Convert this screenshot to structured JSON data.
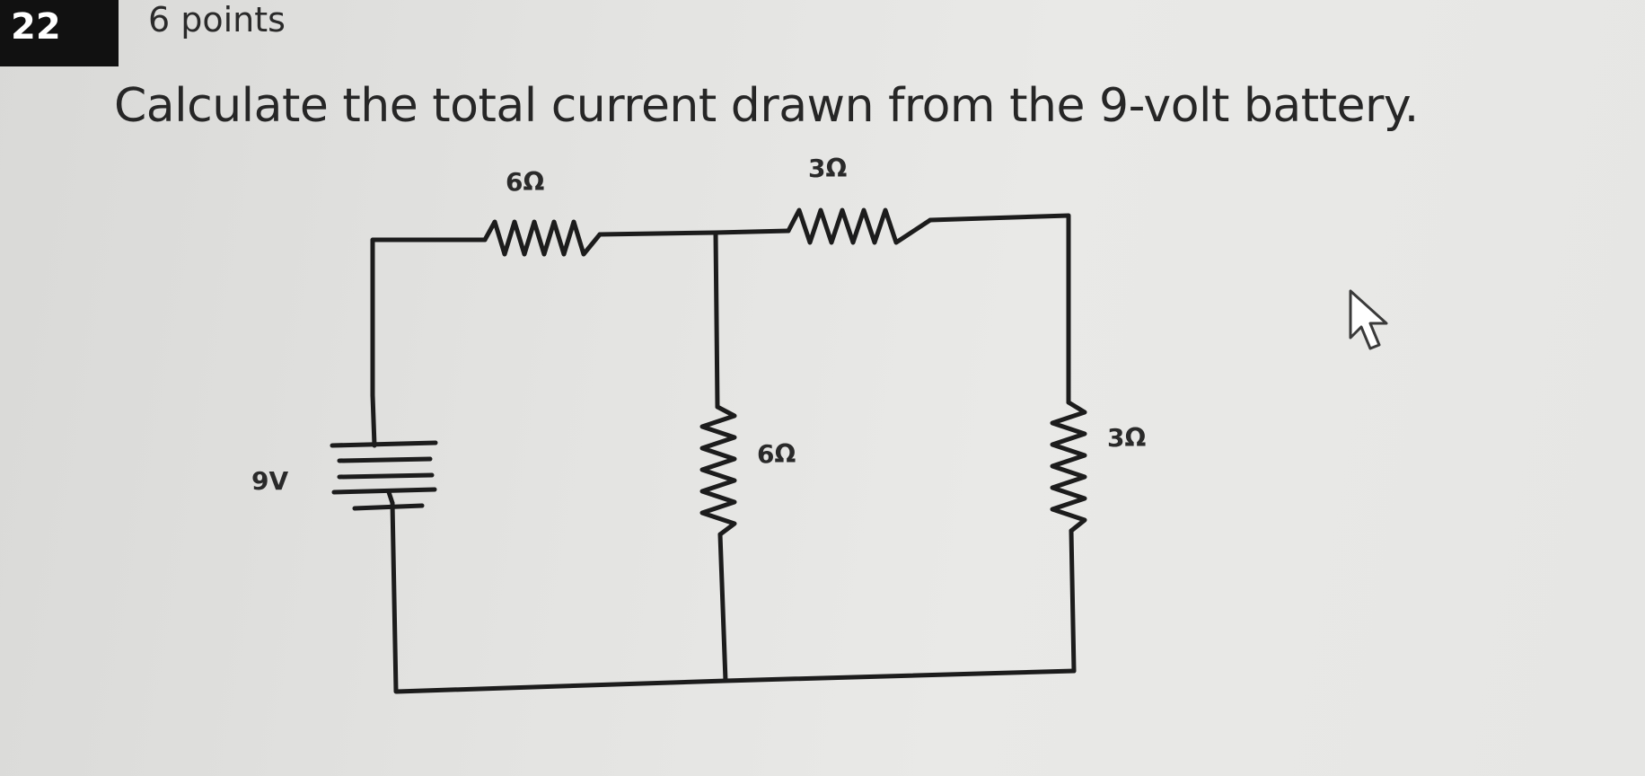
{
  "question": {
    "number": "22",
    "points": "6 points",
    "prompt": "Calculate the total current drawn from the 9-volt battery."
  },
  "circuit": {
    "battery_label": "9V",
    "resistors": {
      "top_left": "6Ω",
      "top_right": "3Ω",
      "middle": "6Ω",
      "right": "3Ω"
    }
  },
  "icons": {
    "cursor": "mouse-pointer-icon"
  }
}
